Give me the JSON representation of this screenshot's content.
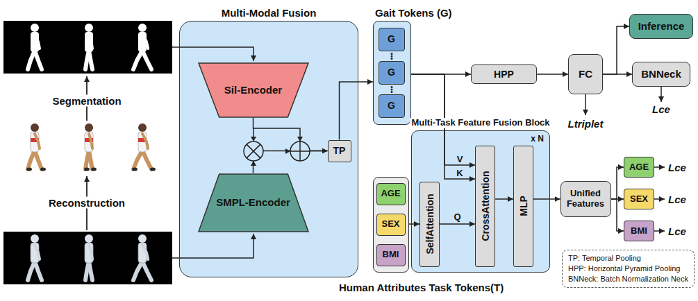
{
  "diagram": {
    "nodes": [
      {
        "text": [
          "Multi-Modal Fusion"
        ]
      },
      {
        "text": [
          "Sil-Encoder"
        ],
        "in": 0
      },
      {
        "text": [
          "SMPL-Encoder"
        ],
        "in": 0
      },
      {
        "text": [
          "TP"
        ],
        "in": 0
      },
      {
        "text": [
          "Gait Tokens (G)"
        ]
      },
      {
        "text": [
          "G"
        ],
        "in": 4
      },
      {
        "text": [
          "G"
        ],
        "in": 4
      },
      {
        "text": [
          "G"
        ],
        "in": 4
      },
      {
        "text": [
          "HPP"
        ]
      },
      {
        "text": [
          "FC"
        ]
      },
      {
        "text": [
          "Inference"
        ]
      },
      {
        "text": [
          "BNNeck"
        ]
      },
      {
        "text": [
          "Human Attributes Task Tokens(T)"
        ]
      },
      {
        "text": [
          "AGE"
        ],
        "in": 12
      },
      {
        "text": [
          "SEX"
        ],
        "in": 12
      },
      {
        "text": [
          "BMI"
        ],
        "in": 12
      },
      {
        "text": [
          "Multi-Task Feature Fusion Block",
          "x N"
        ]
      },
      {
        "text": [
          "SelfAttention"
        ],
        "in": 16
      },
      {
        "text": [
          "CrossAttention"
        ],
        "in": 16
      },
      {
        "text": [
          "MLP"
        ],
        "in": 16
      },
      {
        "text": [
          "Unified Features"
        ]
      },
      {
        "text": [
          "AGE"
        ]
      },
      {
        "text": [
          "SEX"
        ]
      },
      {
        "text": [
          "BMI"
        ]
      },
      {
        "text": [
          "TP: Temporal Pooling",
          "HPP: Horizontal Pyramid Pooling",
          "BNNeck: Batch Normalization Neck"
        ]
      }
    ],
    "edges": [
      {
        "from": 1,
        "to": 3,
        "arrow": "to"
      },
      {
        "from": 2,
        "to": 3,
        "arrow": "to"
      },
      {
        "from": 3,
        "to": 4,
        "arrow": "to"
      },
      {
        "from": 4,
        "to": 8,
        "arrow": "to"
      },
      {
        "from": 4,
        "to": 18,
        "label": "V",
        "arrow": "to"
      },
      {
        "from": 4,
        "to": 18,
        "label": "K",
        "arrow": "to"
      },
      {
        "from": 8,
        "to": 9,
        "arrow": "to"
      },
      {
        "from": 9,
        "to": 10,
        "arrow": "to"
      },
      {
        "from": 9,
        "to": 11,
        "arrow": "to"
      },
      {
        "from": 12,
        "to": 17,
        "arrow": "to"
      },
      {
        "from": 17,
        "to": 18,
        "label": "Q",
        "arrow": "to"
      },
      {
        "from": 18,
        "to": 19,
        "arrow": "to"
      },
      {
        "from": 19,
        "to": 20,
        "arrow": "to"
      },
      {
        "from": 20,
        "to": 21,
        "arrow": "to"
      },
      {
        "from": 20,
        "to": 22,
        "arrow": "to"
      },
      {
        "from": 20,
        "to": 23,
        "arrow": "to"
      }
    ],
    "labels": [
      "Segmentation",
      "Reconstruction",
      "Ltriplet",
      "Lce",
      "Lce",
      "Lce",
      "Lce"
    ]
  }
}
